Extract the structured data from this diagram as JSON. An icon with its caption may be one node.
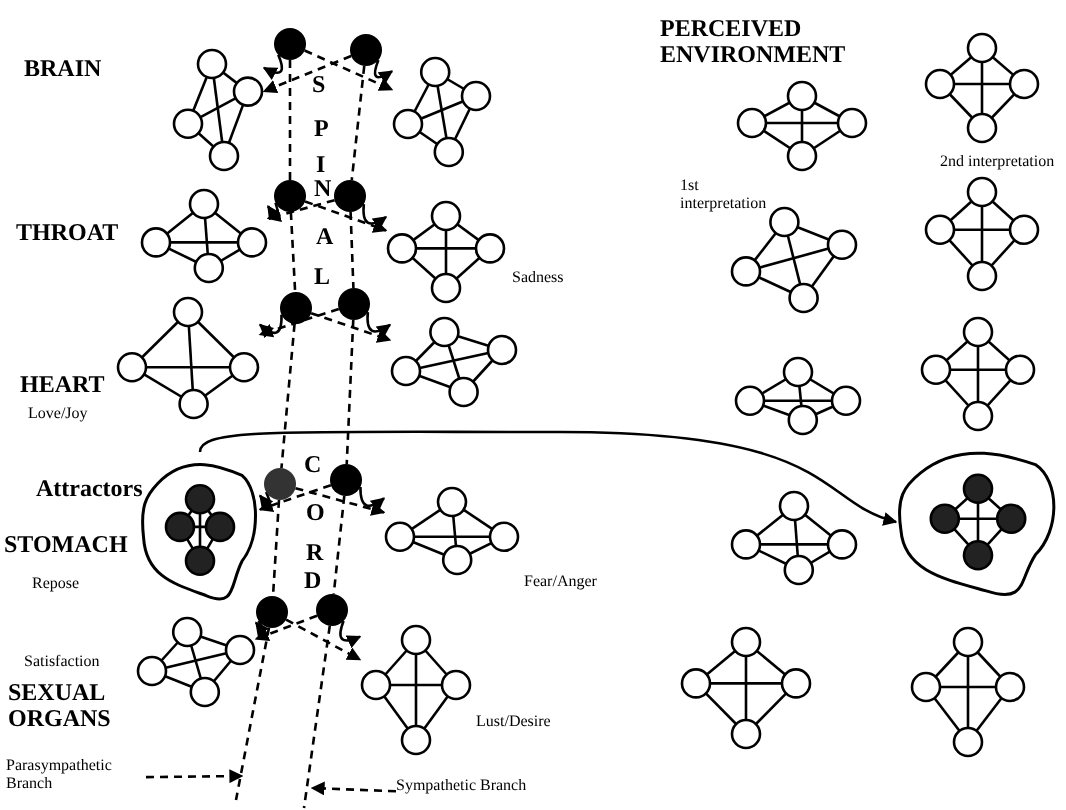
{
  "diagram": {
    "nodes": [
      {
        "text": [],
        "shape": "picture",
        "beside": [
          "BRAIN"
        ]
      },
      {
        "text": [],
        "shape": "circle"
      },
      {
        "text": [],
        "shape": "circle"
      },
      {
        "text": [],
        "shape": "picture"
      },
      {
        "text": [],
        "shape": "picture",
        "beside": [
          "THROAT"
        ]
      },
      {
        "text": [],
        "shape": "circle"
      },
      {
        "text": [],
        "shape": "circle"
      },
      {
        "text": [],
        "shape": "picture",
        "beside": [
          "Sadness"
        ]
      },
      {
        "text": [],
        "shape": "picture",
        "beside": [
          "HEART",
          "Love/Joy"
        ]
      },
      {
        "text": [],
        "shape": "circle"
      },
      {
        "text": [],
        "shape": "circle"
      },
      {
        "text": [],
        "shape": "picture"
      },
      {
        "text": [],
        "shape": "picture",
        "beside": [
          "Attractors",
          "STOMACH",
          "Repose"
        ]
      },
      {
        "text": [],
        "shape": "circle"
      },
      {
        "text": [],
        "shape": "circle"
      },
      {
        "text": [],
        "shape": "picture",
        "beside": [
          "Fear/Anger"
        ]
      },
      {
        "text": [],
        "shape": "picture",
        "beside": [
          "Satisfaction",
          "SEXUAL ORGANS"
        ]
      },
      {
        "text": [],
        "shape": "circle"
      },
      {
        "text": [],
        "shape": "circle"
      },
      {
        "text": [],
        "shape": "picture",
        "beside": [
          "Lust/Desire"
        ]
      },
      {
        "text": [
          "Parasympathetic Branch"
        ]
      },
      {
        "text": [
          "Sympathetic Branch"
        ]
      },
      {
        "text": [],
        "shape": "picture",
        "beside": [
          "1st interpretation"
        ]
      },
      {
        "text": [],
        "shape": "picture",
        "beside": [
          "2nd interpretation"
        ]
      },
      {
        "text": [],
        "shape": "picture"
      },
      {
        "text": [],
        "shape": "picture"
      },
      {
        "text": [],
        "shape": "picture"
      },
      {
        "text": [],
        "shape": "picture"
      },
      {
        "text": [],
        "shape": "picture"
      },
      {
        "text": [],
        "shape": "picture"
      },
      {
        "text": [],
        "shape": "picture"
      },
      {
        "text": [],
        "shape": "picture"
      }
    ],
    "edges": [
      {
        "from": 1,
        "to": 0,
        "arrow": "to"
      },
      {
        "from": 1,
        "to": 3,
        "arrow": "to",
        "style": "dashed"
      },
      {
        "from": 2,
        "to": 3,
        "arrow": "to"
      },
      {
        "from": 2,
        "to": 0,
        "arrow": "to",
        "style": "dashed"
      },
      {
        "from": 5,
        "to": 4,
        "arrow": "to"
      },
      {
        "from": 5,
        "to": 7,
        "arrow": "to",
        "style": "dashed"
      },
      {
        "from": 6,
        "to": 7,
        "arrow": "to"
      },
      {
        "from": 6,
        "to": 4,
        "arrow": "to",
        "style": "dashed"
      },
      {
        "from": 9,
        "to": 8,
        "arrow": "to"
      },
      {
        "from": 9,
        "to": 11,
        "arrow": "to",
        "style": "dashed"
      },
      {
        "from": 10,
        "to": 11,
        "arrow": "to"
      },
      {
        "from": 10,
        "to": 8,
        "arrow": "to",
        "style": "dashed"
      },
      {
        "from": 13,
        "to": 12,
        "arrow": "to"
      },
      {
        "from": 13,
        "to": 15,
        "arrow": "to",
        "style": "dashed"
      },
      {
        "from": 14,
        "to": 15,
        "arrow": "to"
      },
      {
        "from": 14,
        "to": 12,
        "arrow": "to",
        "style": "dashed"
      },
      {
        "from": 17,
        "to": 16,
        "arrow": "to"
      },
      {
        "from": 17,
        "to": 19,
        "arrow": "to",
        "style": "dashed"
      },
      {
        "from": 18,
        "to": 19,
        "arrow": "to"
      },
      {
        "from": 18,
        "to": 16,
        "arrow": "to",
        "style": "dashed"
      },
      {
        "from": 1,
        "to": 5,
        "arrow": "none",
        "style": "dashed"
      },
      {
        "from": 5,
        "to": 9,
        "arrow": "none",
        "style": "dashed"
      },
      {
        "from": 9,
        "to": 13,
        "arrow": "none",
        "style": "dashed"
      },
      {
        "from": 13,
        "to": 17,
        "arrow": "none",
        "style": "dashed"
      },
      {
        "from": 17,
        "to": null,
        "arrow": "none",
        "style": "dashed"
      },
      {
        "from": 2,
        "to": 6,
        "arrow": "none",
        "style": "dashed"
      },
      {
        "from": 6,
        "to": 10,
        "arrow": "none",
        "style": "dashed"
      },
      {
        "from": 10,
        "to": 14,
        "arrow": "none",
        "style": "dashed"
      },
      {
        "from": 14,
        "to": 18,
        "arrow": "none",
        "style": "dashed"
      },
      {
        "from": 18,
        "to": null,
        "arrow": "none",
        "style": "dashed"
      },
      {
        "from": 20,
        "to": null,
        "arrow": "to",
        "style": "dashed"
      },
      {
        "from": 21,
        "to": null,
        "arrow": "to",
        "style": "dashed"
      },
      {
        "from": 12,
        "to": 29,
        "arrow": "to"
      }
    ],
    "labels": [
      "PERCEIVED ENVIRONMENT",
      "S",
      "P",
      "I",
      "N",
      "A",
      "L",
      "C",
      "O",
      "R",
      "D"
    ]
  }
}
